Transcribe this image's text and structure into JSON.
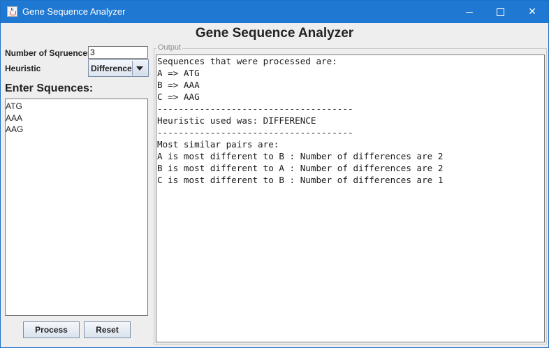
{
  "window": {
    "title": "Gene Sequence Analyzer",
    "controls": {
      "minimize": "minimize",
      "maximize": "maximize",
      "close": "✕"
    }
  },
  "header": {
    "title": "Gene Sequence Analyzer"
  },
  "form": {
    "num_sequences_label": "Number of Sqruences",
    "num_sequences_value": "3",
    "heuristic_label": "Heuristic",
    "heuristic_selected": "Difference",
    "enter_label": "Enter Squences:",
    "sequences": [
      "ATG",
      "AAA",
      "AAG"
    ],
    "process_label": "Process",
    "reset_label": "Reset"
  },
  "output": {
    "legend": "Output",
    "lines": [
      "Sequences that were processed are:",
      "A => ATG",
      "B => AAA",
      "C => AAG",
      "-------------------------------------",
      "Heuristic used was: DIFFERENCE",
      "-------------------------------------",
      "Most similar pairs are:",
      "A is most different to B : Number of differences are 2",
      "B is most different to A : Number of differences are 2",
      "C is most different to B : Number of differences are 1"
    ]
  },
  "icons": {
    "app": "java-app-icon",
    "dropdown": "chevron-down-icon"
  },
  "colors": {
    "titlebar": "#1f78d1",
    "window_bg": "#eeeeee"
  }
}
